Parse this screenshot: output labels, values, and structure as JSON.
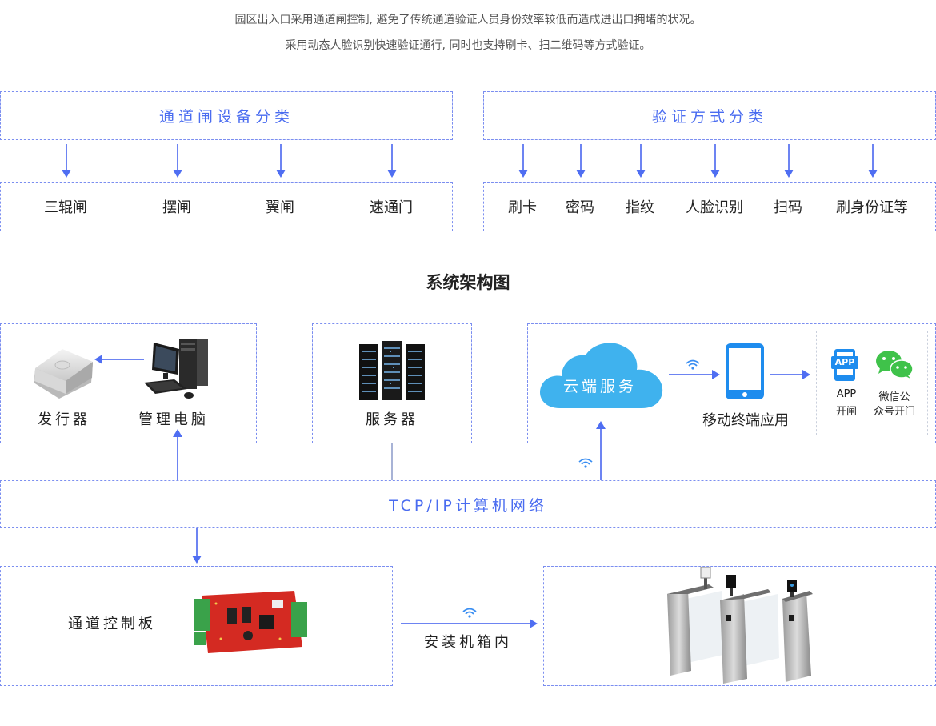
{
  "intro": {
    "line1": "园区出入口采用通道闸控制, 避免了传统通道验证人员身份效率较低而造成进出口拥堵的状况。",
    "line2": "采用动态人脸识别快速验证通行, 同时也支持刷卡、扫二维码等方式验证。"
  },
  "categories": {
    "gate_title": "通道闸设备分类",
    "gate_items": [
      "三辊闸",
      "摆闸",
      "翼闸",
      "速通门"
    ],
    "verify_title": "验证方式分类",
    "verify_items": [
      "刷卡",
      "密码",
      "指纹",
      "人脸识别",
      "扫码",
      "刷身份证等"
    ]
  },
  "architecture": {
    "title": "系统架构图",
    "issuer": "发行器",
    "pc": "管理电脑",
    "server": "服务器",
    "cloud": "云端服务",
    "mobile": "移动终端应用",
    "app_badge": "APP",
    "app_label_1": "APP",
    "app_label_2": "开闸",
    "wechat_label_1": "微信公",
    "wechat_label_2": "众号开门",
    "network": "TCP/IP计算机网络",
    "controller": "通道控制板",
    "install": "安装机箱内"
  },
  "colors": {
    "accent": "#4a6cf0",
    "dash": "#7b8ef0",
    "cloud": "#3fb2ee",
    "phone": "#1e8cee",
    "wechat": "#3fc24a",
    "board": "#d42a22"
  }
}
